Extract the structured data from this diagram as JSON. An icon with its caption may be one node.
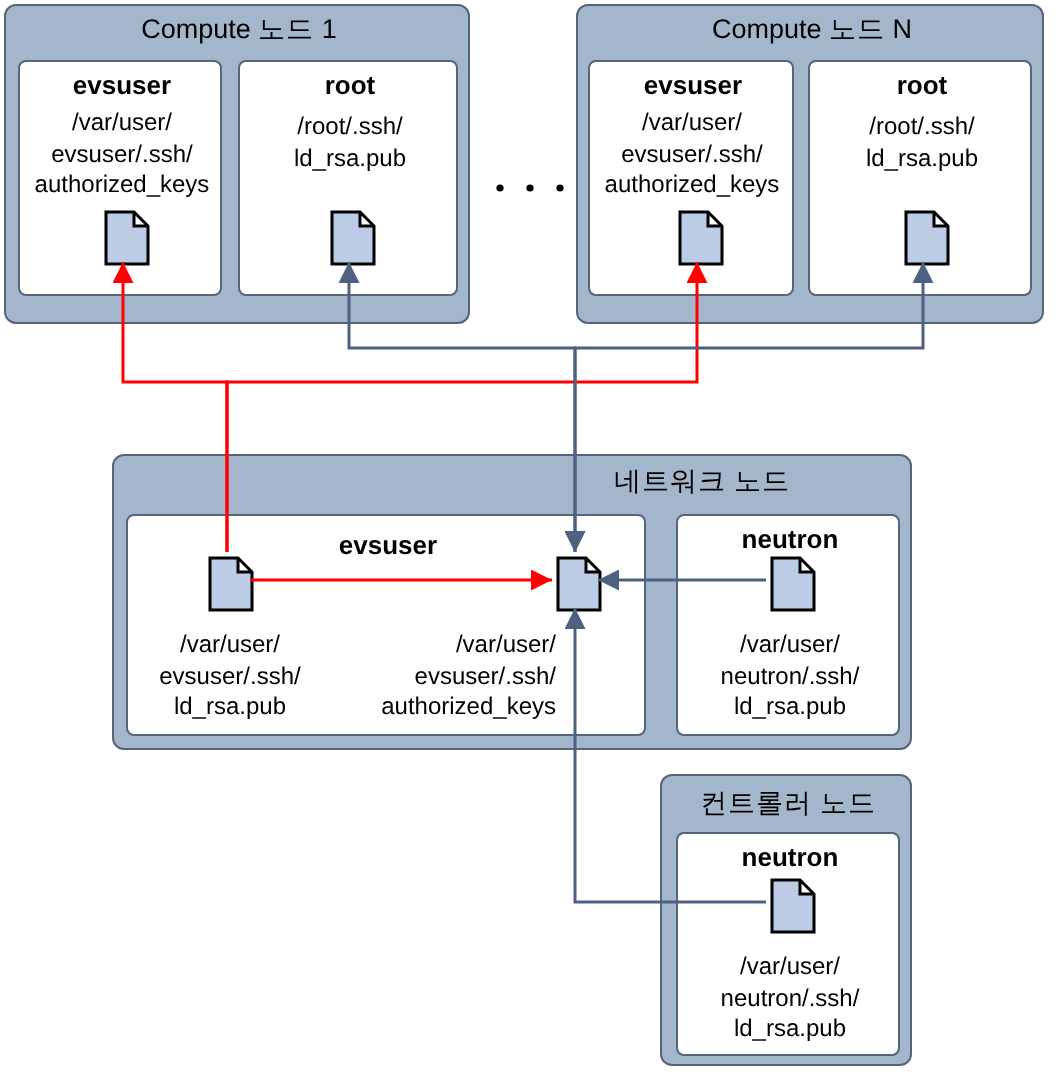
{
  "diagram": {
    "nodes": [
      {
        "text": [
          "Compute 노드 1"
        ]
      },
      {
        "text": [
          "evsuser"
        ],
        "in": 0
      },
      {
        "text": [],
        "shape": "document",
        "beside": [
          "/var/user/evsuser/.ssh/authorized_keys"
        ],
        "in": 1
      },
      {
        "text": [
          "root"
        ],
        "in": 0
      },
      {
        "text": [],
        "shape": "document",
        "beside": [
          "/root/.ssh/ld_rsa.pub"
        ],
        "in": 3
      },
      {
        "text": [
          "Compute 노드 N"
        ]
      },
      {
        "text": [
          "evsuser"
        ],
        "in": 5
      },
      {
        "text": [],
        "shape": "document",
        "beside": [
          "/var/user/evsuser/.ssh/authorized_keys"
        ],
        "in": 6
      },
      {
        "text": [
          "root"
        ],
        "in": 5
      },
      {
        "text": [],
        "shape": "document",
        "beside": [
          "/root/.ssh/ld_rsa.pub"
        ],
        "in": 8
      },
      {
        "text": [
          "네트워크 노드"
        ]
      },
      {
        "text": [
          "evsuser"
        ],
        "in": 10
      },
      {
        "text": [],
        "shape": "document",
        "beside": [
          "/var/user/evsuser/.ssh/ld_rsa.pub"
        ],
        "in": 11
      },
      {
        "text": [],
        "shape": "document",
        "beside": [
          "/var/user/evsuser/.ssh/authorized_keys"
        ],
        "in": 11
      },
      {
        "text": [
          "neutron"
        ],
        "in": 10
      },
      {
        "text": [],
        "shape": "document",
        "beside": [
          "/var/user/neutron/.ssh/ld_rsa.pub"
        ],
        "in": 14
      },
      {
        "text": [
          "컨트롤러 노드"
        ]
      },
      {
        "text": [
          "neutron"
        ],
        "in": 16
      },
      {
        "text": [],
        "shape": "document",
        "beside": [
          "/var/user/neutron/.ssh/ld_rsa.pub"
        ],
        "in": 17
      }
    ],
    "edges": [
      {
        "from": 12,
        "to": 2,
        "arrow": "to",
        "color": "#ff0000"
      },
      {
        "from": 12,
        "to": 7,
        "arrow": "to",
        "color": "#ff0000"
      },
      {
        "from": 12,
        "to": 13,
        "arrow": "to",
        "color": "#ff0000"
      },
      {
        "from": 4,
        "to": 13,
        "arrow": "both"
      },
      {
        "from": 9,
        "to": 13,
        "arrow": "both"
      },
      {
        "from": 15,
        "to": 13,
        "arrow": "to"
      },
      {
        "from": 18,
        "to": 13,
        "arrow": "to"
      }
    ]
  }
}
